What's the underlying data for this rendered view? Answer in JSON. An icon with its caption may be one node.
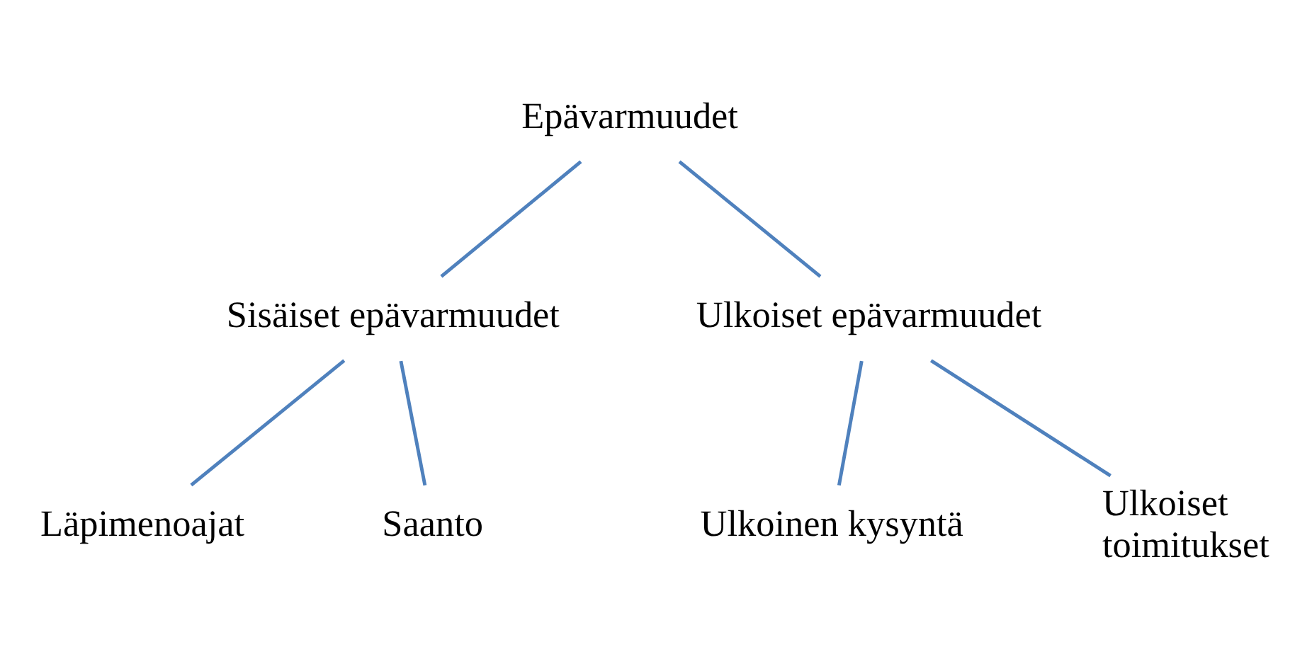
{
  "diagram": {
    "nodes": [
      {
        "text": [
          "Epävarmuudet"
        ]
      },
      {
        "text": [
          "Sisäiset epävarmuudet"
        ]
      },
      {
        "text": [
          "Ulkoiset epävarmuudet"
        ]
      },
      {
        "text": [
          "Läpimenoajat"
        ]
      },
      {
        "text": [
          "Saanto"
        ]
      },
      {
        "text": [
          "Ulkoinen kysyntä"
        ]
      },
      {
        "text": [
          "Ulkoiset toimitukset"
        ]
      }
    ],
    "edges": [
      {
        "from": 0,
        "to": 1,
        "arrow": "none"
      },
      {
        "from": 0,
        "to": 2,
        "arrow": "none"
      },
      {
        "from": 1,
        "to": 3,
        "arrow": "none"
      },
      {
        "from": 1,
        "to": 4,
        "arrow": "none"
      },
      {
        "from": 2,
        "to": 5,
        "arrow": "none"
      },
      {
        "from": 2,
        "to": 6,
        "arrow": "none"
      }
    ]
  }
}
